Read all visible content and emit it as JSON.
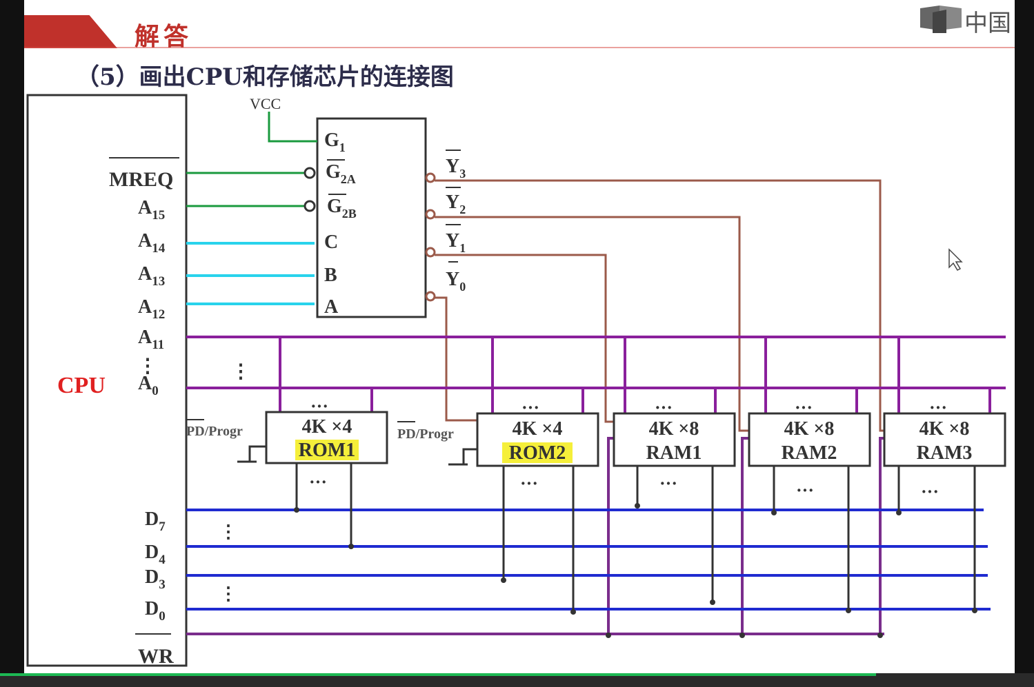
{
  "header": {
    "title": "解答"
  },
  "question": "（5）画出CPU和存储芯片的连接图",
  "logo": {
    "text": "中国"
  },
  "cpu": {
    "label": "CPU",
    "signals": {
      "mreq": "MREQ",
      "a15": "A",
      "a15_sub": "15",
      "a14": "A",
      "a14_sub": "14",
      "a13": "A",
      "a13_sub": "13",
      "a12": "A",
      "a12_sub": "12",
      "a11": "A",
      "a11_sub": "11",
      "a0": "A",
      "a0_sub": "0",
      "d7": "D",
      "d7_sub": "7",
      "d4": "D",
      "d4_sub": "4",
      "d3": "D",
      "d3_sub": "3",
      "d0": "D",
      "d0_sub": "0",
      "wr": "WR"
    }
  },
  "decoder": {
    "vcc": "VCC",
    "inputs": {
      "g1": "G",
      "g1_sub": "1",
      "g2a": "G",
      "g2a_sub": "2A",
      "g2b": "G",
      "g2b_sub": "2B",
      "c": "C",
      "b": "B",
      "a": "A"
    },
    "outputs": {
      "y3": "Y",
      "y3_sub": "3",
      "y2": "Y",
      "y2_sub": "2",
      "y1": "Y",
      "y1_sub": "1",
      "y0": "Y",
      "y0_sub": "0"
    }
  },
  "pd_label": "PD/Progr",
  "ellipsis": "···",
  "vdots": "⋮",
  "chips": [
    {
      "size": "4K ×4",
      "name": "ROM1"
    },
    {
      "size": "4K ×4",
      "name": "ROM2"
    },
    {
      "size": "4K ×8",
      "name": "RAM1"
    },
    {
      "size": "4K ×8",
      "name": "RAM2"
    },
    {
      "size": "4K ×8",
      "name": "RAM3"
    }
  ],
  "colors": {
    "header_red": "#c0312b",
    "cpu_red": "#e02020",
    "green": "#1a9a3e",
    "cyan": "#29d3ec",
    "purple": "#8a1f9c",
    "blue": "#1f2bd0",
    "brown": "#9b5a4a",
    "highlight": "#f5ef3a"
  },
  "icons": {
    "logo": "book-logo-icon",
    "cursor": "mouse-cursor-icon"
  }
}
